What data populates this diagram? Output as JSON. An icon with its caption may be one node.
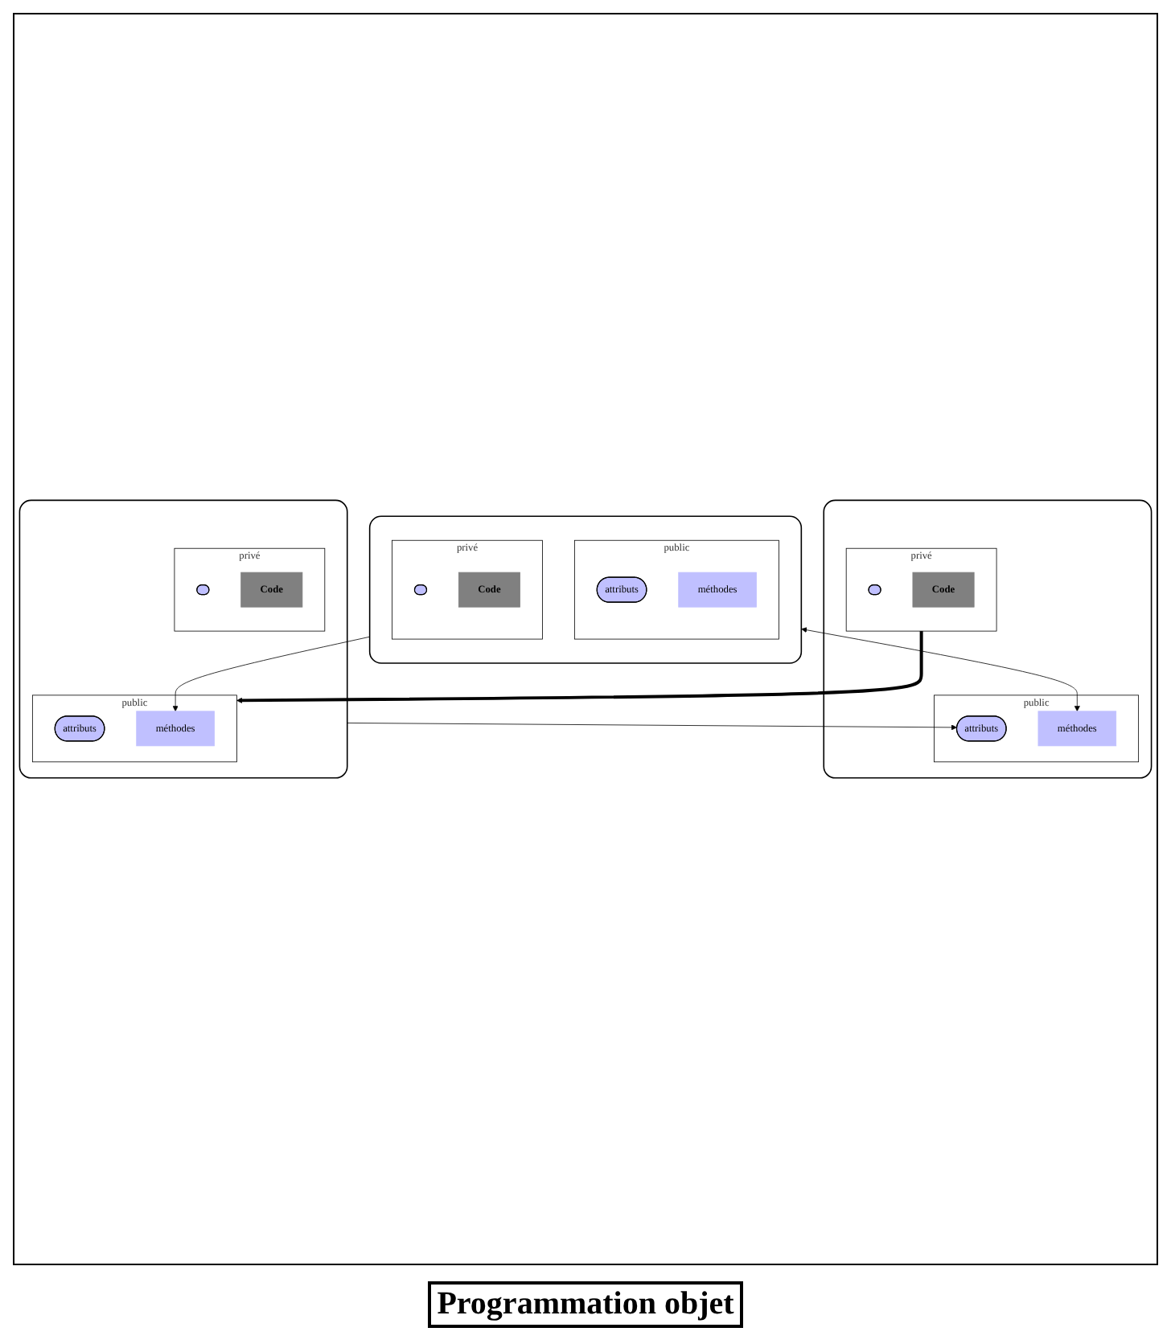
{
  "diagram": {
    "caption": "Programmation objet",
    "nodes": [
      {
        "text": [],
        "shape": "box"
      },
      {
        "text": [
          "public"
        ],
        "in": 0
      },
      {
        "text": [
          "attributs"
        ],
        "in": 1
      },
      {
        "text": [
          "méthodes"
        ],
        "in": 1
      },
      {
        "text": [
          "privé"
        ],
        "in": 0
      },
      {
        "text": [],
        "shape": "ellipse",
        "in": 4
      },
      {
        "text": [
          "Code"
        ],
        "in": 4
      },
      {
        "text": [],
        "shape": "box"
      },
      {
        "text": [
          "public"
        ],
        "in": 7
      },
      {
        "text": [
          "attributs"
        ],
        "in": 8
      },
      {
        "text": [
          "méthodes"
        ],
        "in": 8
      },
      {
        "text": [
          "privé"
        ],
        "in": 7
      },
      {
        "text": [],
        "shape": "ellipse",
        "in": 11
      },
      {
        "text": [
          "Code"
        ],
        "in": 11
      },
      {
        "text": [],
        "shape": "box"
      },
      {
        "text": [
          "public"
        ],
        "in": 14
      },
      {
        "text": [
          "attributs"
        ],
        "in": 15
      },
      {
        "text": [
          "méthodes"
        ],
        "in": 15
      },
      {
        "text": [
          "privé"
        ],
        "in": 14
      },
      {
        "text": [],
        "shape": "ellipse",
        "in": 18
      },
      {
        "text": [
          "Code"
        ],
        "in": 18
      }
    ],
    "edges": [
      {
        "from": 7,
        "to": 2,
        "arrow": "to"
      },
      {
        "from": 4,
        "to": 8,
        "arrow": "to",
        "style": "thick"
      },
      {
        "from": 14,
        "to": 10,
        "arrow": "to"
      },
      {
        "from": 14,
        "to": 3,
        "arrow": "both"
      }
    ]
  }
}
